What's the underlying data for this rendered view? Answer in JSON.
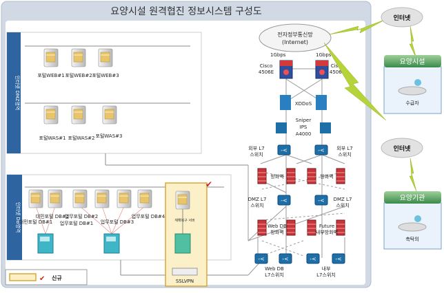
{
  "title": "요양시설 원격협진 정보시스템 구성도",
  "zones": {
    "dmz": "인터넷 DMZ영역",
    "db": "인터넷 DB영역"
  },
  "web_servers": [
    "포털WEB#1",
    "포털WEB#2",
    "포털WEB#3"
  ],
  "was_servers": [
    "포털WAS#1",
    "포털WAS#2",
    "포털WAS#3"
  ],
  "db_servers": {
    "public1": "대민포털 DB#1",
    "public2": "대민포털 DB#2",
    "work1": "업무포털 DB#1",
    "work2": "업무포털 DB#2",
    "work3": "업무포털 DB#3",
    "work4": "업무포털 DB#4"
  },
  "new_server": "재해복구 서버",
  "sslvpn": "SSLVPN",
  "legend": {
    "label": "신규"
  },
  "network": {
    "cloud_line1": "전자정부통신망",
    "cloud_line2": "(Internet)",
    "bw_left": "1Gbps",
    "bw_right": "1Gbps",
    "router": "Cisco",
    "router_model": "4506E",
    "ddos": "XDDoS",
    "ips1": "Sniper",
    "ips2": "IPS",
    "ips3": "A4000",
    "ext_l7_1": "외부 L7",
    "ext_l7_2": "스위치",
    "firewall": "방화벽",
    "dmz_l7_1": "DMZ L7",
    "dmz_l7_2": "스위치",
    "webdb_fw1": "Web DB",
    "webdb_fw2": "방화벽",
    "future_fw1": "Future",
    "future_fw2": "내부방화벽",
    "webdb_l7_1": "Web DB",
    "webdb_l7_2": "L7스위치",
    "int_l7_1": "내부",
    "int_l7_2": "L7스위치"
  },
  "remote": {
    "internet": "인터넷",
    "facility": {
      "title": "요양시설",
      "user": "수급자"
    },
    "institution": {
      "title": "요양기관",
      "user": "촉탁의"
    }
  },
  "colors": {
    "accent": "#2e64a0",
    "legend": "#e6b84a",
    "lightning": "#b6d43a"
  }
}
